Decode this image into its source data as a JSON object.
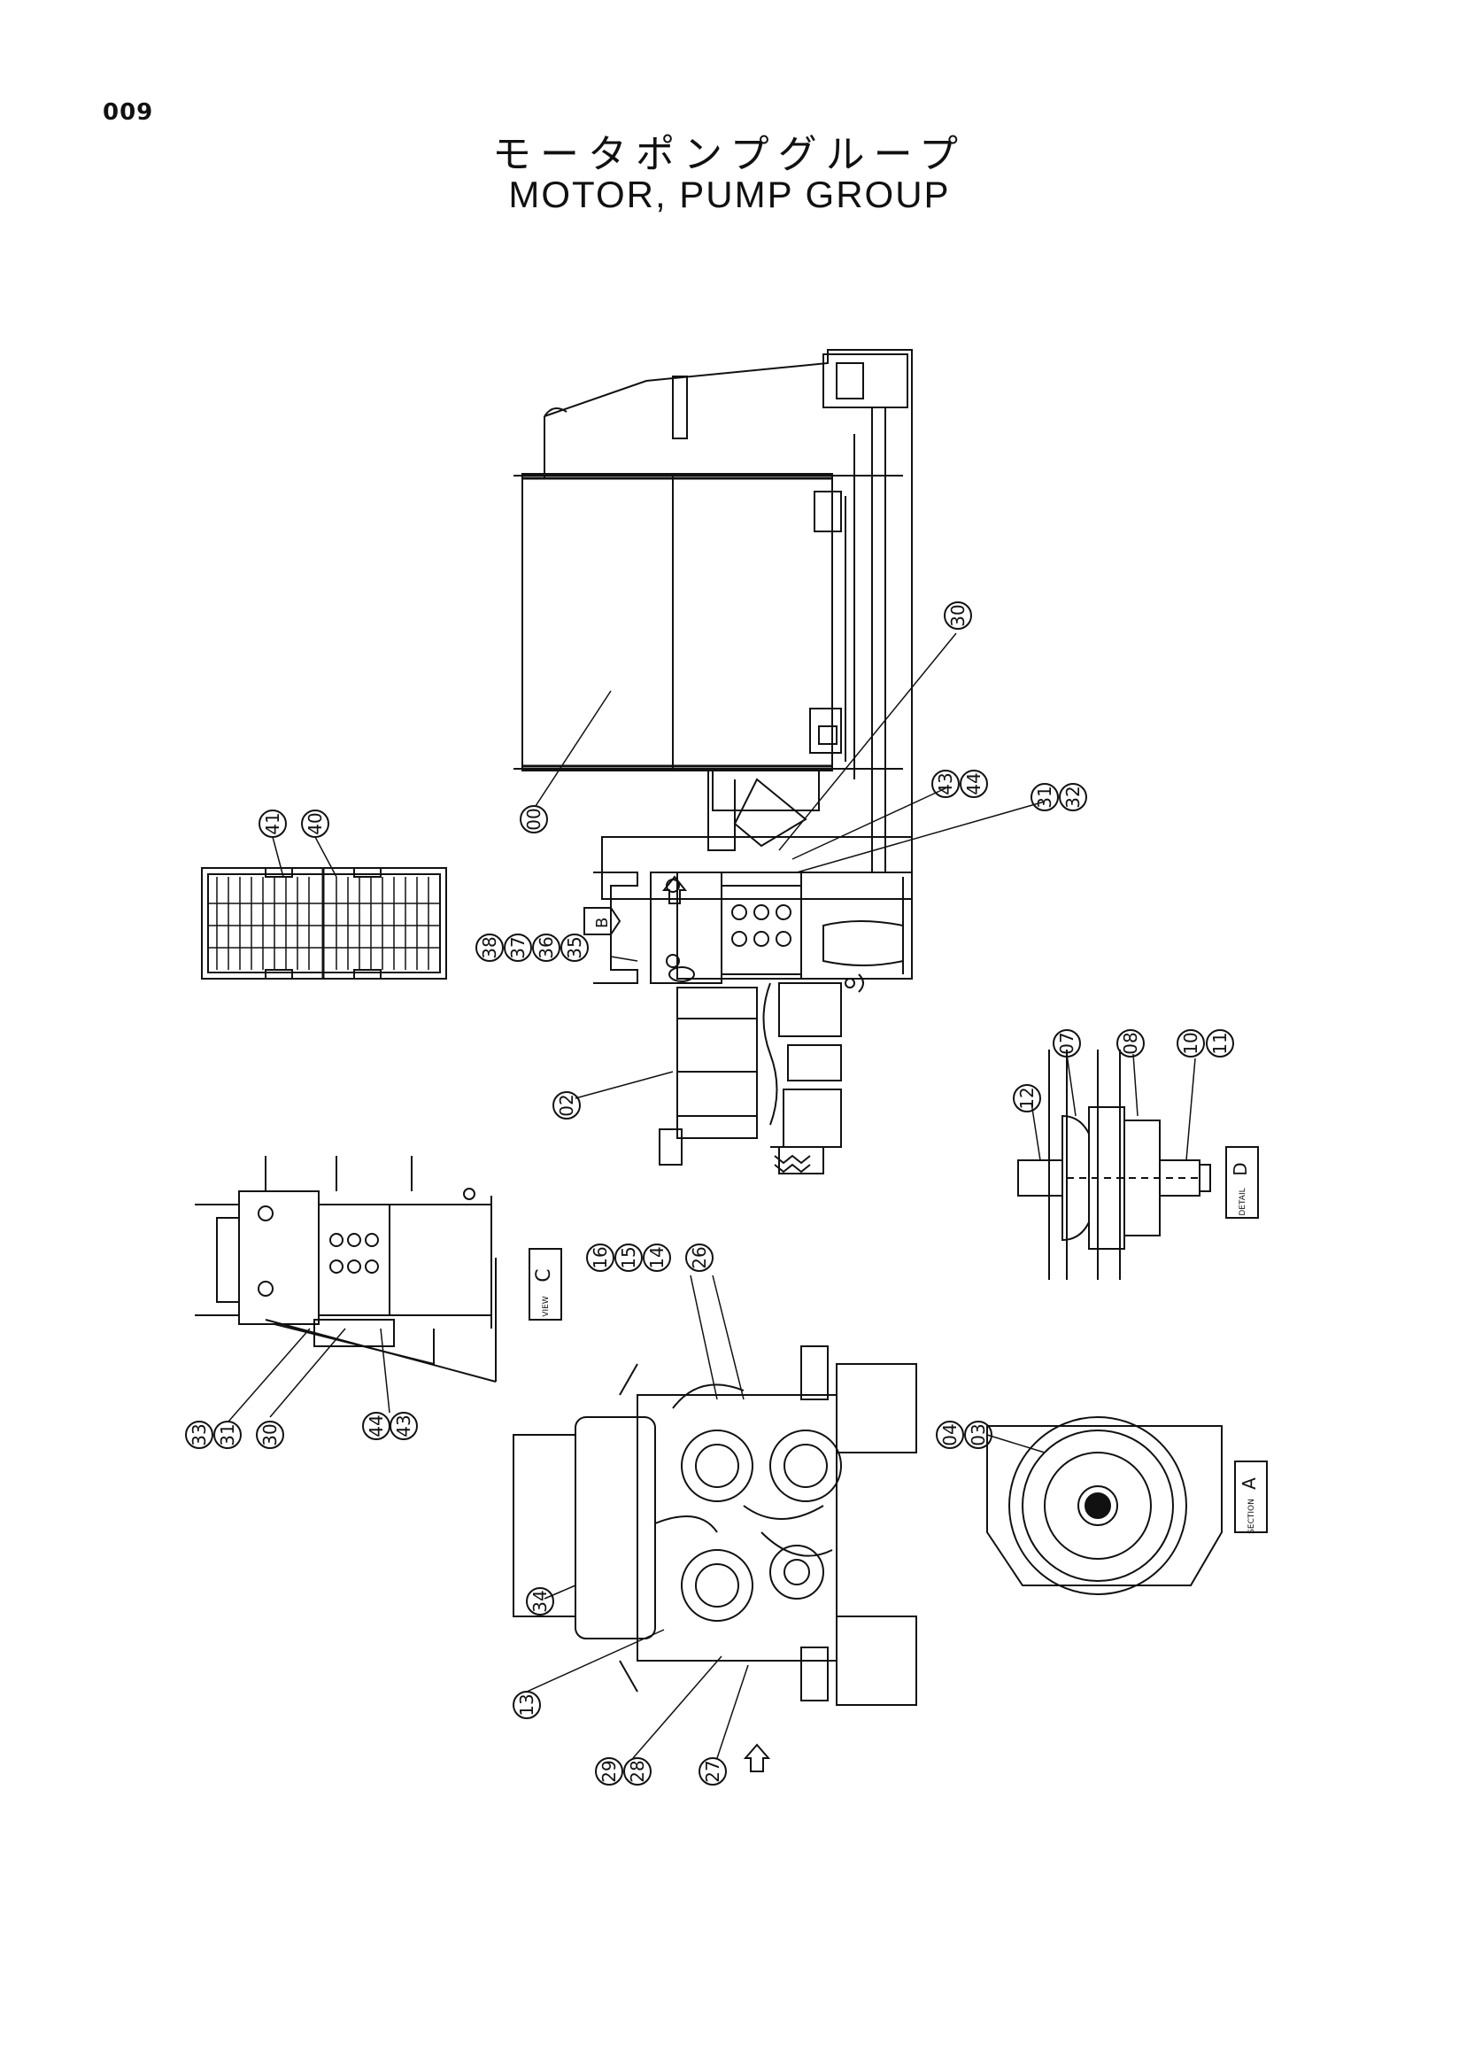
{
  "page": {
    "number": "009",
    "title_jp": "モータポンプグループ",
    "title_en": "MOTOR, PUMP GROUP"
  },
  "callouts": [
    "00",
    "02",
    "03",
    "04",
    "07",
    "08",
    "10",
    "11",
    "12",
    "13",
    "14",
    "15",
    "16",
    "26",
    "27",
    "28",
    "29",
    "30",
    "31",
    "32",
    "33",
    "34",
    "35",
    "36",
    "37",
    "38",
    "40",
    "41",
    "43",
    "44"
  ],
  "view_labels": {
    "b": "B",
    "c": "C",
    "d": "D",
    "a": "A",
    "view_word": "VIEW",
    "detail_word": "DETAIL",
    "section_word": "SECTION"
  }
}
